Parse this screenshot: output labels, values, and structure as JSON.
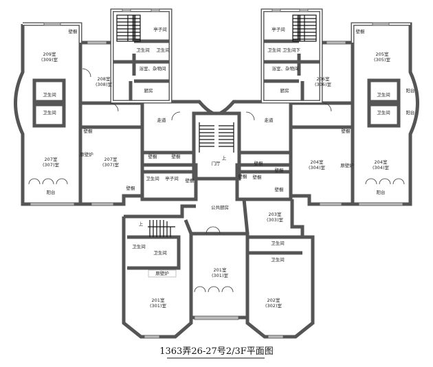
{
  "title": "1363弄26-27号2/3F平面图",
  "rooms": {
    "tl_tingzi": "亭子间",
    "tl_wc1": "卫生间",
    "tl_wc2": "卫生间",
    "tl_bath": "浴室、杂物间",
    "tl_kitchen": "厨房",
    "r208": "208室",
    "r208b": "(308)室",
    "tl_closet": "壁橱",
    "r209": "209室",
    "r209b": "(309)室",
    "l_wc1": "卫生间",
    "l_wc2": "卫生间",
    "l_corridor": "走道",
    "l_closet1": "壁橱",
    "l_fireplace": "原壁炉",
    "r207a": "207室",
    "r207ab": "(307)室",
    "r207b": "207室",
    "r207bb": "(307)室",
    "l_balcony": "阳台",
    "l_closet2": "壁橱",
    "l_closet3": "壁橱",
    "l_closet4": "壁橱",
    "l_wc3": "卫生间",
    "l_tingzi": "亭子间",
    "l_closet5": "壁橱",
    "hall": "门厅",
    "up": "上",
    "tr_tingzi": "亭子间",
    "tr_wc1": "卫生间",
    "tr_wc2": "卫生间下",
    "tr_bath": "浴室、杂物间",
    "tr_kitchen": "厨房",
    "r206": "206室",
    "r206b": "(306)室",
    "tr_closet": "壁橱",
    "r205": "205室",
    "r205b": "(305)室",
    "r_balcony1": "阳台",
    "r_balcony2": "阳台",
    "r_wc1": "卫生间",
    "r_wc2": "卫生间",
    "r_corridor": "走道",
    "r_closet1": "壁橱",
    "r_fireplace": "原壁炉",
    "r204a": "204室",
    "r204ab": "(304)室",
    "r204b": "204室",
    "r204bb": "(304)室",
    "r_balcony3": "阳台",
    "r_closet2": "壁橱",
    "r_closet3": "壁橱",
    "r_closet4": "壁橱",
    "r_closet5": "壁橱",
    "r_closet6": "壁橱",
    "r203": "203室",
    "r203b": "(303)室",
    "b_wc1": "卫生间",
    "b_wc2": "卫生间",
    "kitchen_public": "公共厨房",
    "r201c": "201室",
    "r201cb": "(301)室",
    "r201": "201室",
    "r201b": "(301)室",
    "r202": "202室",
    "r202b": "(302)室",
    "bl_wc1": "卫生间",
    "bl_wc2": "卫生间",
    "bl_fireplace": "原壁炉"
  }
}
